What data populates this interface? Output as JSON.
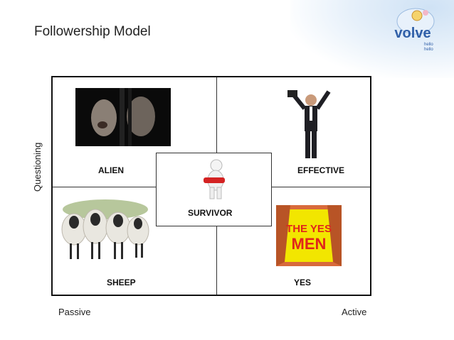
{
  "slide": {
    "title": "Followership Model"
  },
  "logo": {
    "brand": "volve",
    "tagline_1": "hello",
    "tagline_2": "hello"
  },
  "axes": {
    "y_label": "Questioning",
    "x_left_label": "Passive",
    "x_right_label": "Active"
  },
  "quadrants": {
    "alien": "ALIEN",
    "effective": "EFFECTIVE",
    "sheep": "SHEEP",
    "yes": "YES",
    "survivor": "SURVIVOR"
  },
  "yes_men_image_text_1": "THE YES",
  "yes_men_image_text_2": "MEN",
  "colors": {
    "frame": "#111111",
    "yes_men_bg": "#f2e600",
    "yes_men_text": "#e0261b",
    "logo_blue": "#2f5fa8",
    "sky": "#cfe2f5"
  }
}
